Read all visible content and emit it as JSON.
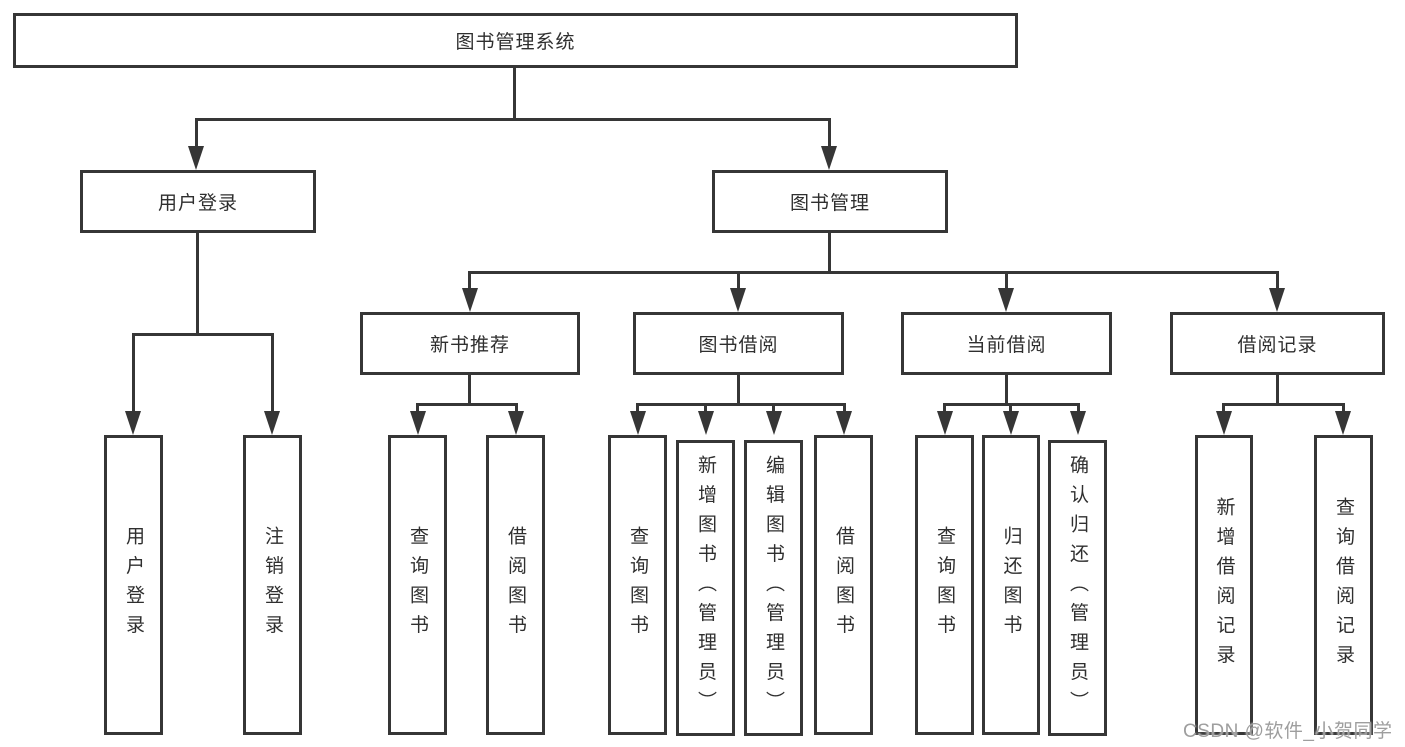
{
  "colors": {
    "line": "#363636",
    "node_border": "#363636",
    "node_text": "#2f2f2f",
    "background": "#ffffff",
    "watermark": "#9e9e9e"
  },
  "tree": {
    "root": {
      "label": "图书管理系统"
    },
    "children": [
      {
        "label": "用户登录",
        "children": [
          {
            "label": "用户登录"
          },
          {
            "label": "注销登录"
          }
        ]
      },
      {
        "label": "图书管理",
        "children": [
          {
            "label": "新书推荐",
            "children": [
              {
                "label": "查询图书"
              },
              {
                "label": "借阅图书"
              }
            ]
          },
          {
            "label": "图书借阅",
            "children": [
              {
                "label": "查询图书"
              },
              {
                "label": "新增图书（管理员）"
              },
              {
                "label": "编辑图书（管理员）"
              },
              {
                "label": "借阅图书"
              }
            ]
          },
          {
            "label": "当前借阅",
            "children": [
              {
                "label": "查询图书"
              },
              {
                "label": "归还图书"
              },
              {
                "label": "确认归还（管理员）"
              }
            ]
          },
          {
            "label": "借阅记录",
            "children": [
              {
                "label": "新增借阅记录"
              },
              {
                "label": "查询借阅记录"
              }
            ]
          }
        ]
      }
    ]
  },
  "watermark": {
    "text": "CSDN @软件_小贺同学"
  }
}
